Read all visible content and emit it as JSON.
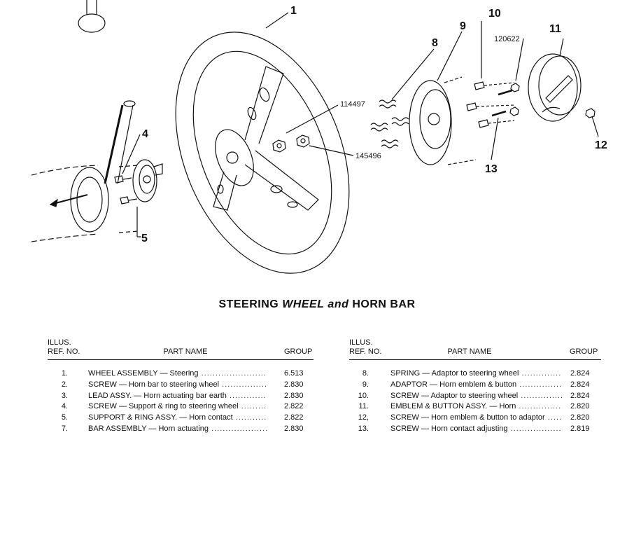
{
  "diagram": {
    "callouts": [
      {
        "id": "1",
        "label": "1"
      },
      {
        "id": "4",
        "label": "4"
      },
      {
        "id": "5",
        "label": "5"
      },
      {
        "id": "8",
        "label": "8"
      },
      {
        "id": "9",
        "label": "9"
      },
      {
        "id": "10",
        "label": "10"
      },
      {
        "id": "11",
        "label": "11"
      },
      {
        "id": "12",
        "label": "12"
      },
      {
        "id": "13",
        "label": "13"
      }
    ],
    "codes": {
      "c114497": "114497",
      "c145496": "145496",
      "c120622": "120622"
    }
  },
  "title": {
    "part1": "STEERING",
    "part2": "WHEEL",
    "part3": "and",
    "part4": "HORN",
    "part5": "BAR"
  },
  "table": {
    "headers": {
      "illus": "ILLUS.",
      "refno": "REF. NO.",
      "partname": "PART NAME",
      "group": "GROUP"
    },
    "left": [
      {
        "ref": "1.",
        "name": "WHEEL ASSEMBLY — Steering",
        "group": "6.513"
      },
      {
        "ref": "2.",
        "name": "SCREW — Horn bar to steering wheel",
        "group": "2.830"
      },
      {
        "ref": "3.",
        "name": "LEAD ASSY. — Horn actuating bar earth",
        "group": "2.830"
      },
      {
        "ref": "4.",
        "name": "SCREW — Support & ring to steering wheel",
        "group": "2.822"
      },
      {
        "ref": "5.",
        "name": "SUPPORT & RING ASSY. — Horn contact",
        "group": "2.822"
      },
      {
        "ref": "7.",
        "name": "BAR ASSEMBLY — Horn actuating",
        "group": "2.830"
      }
    ],
    "right": [
      {
        "ref": "8.",
        "name": "SPRING — Adaptor to steering wheel",
        "group": "2.824"
      },
      {
        "ref": "9.",
        "name": "ADAPTOR — Horn emblem & button",
        "group": "2.824"
      },
      {
        "ref": "10.",
        "name": "SCREW — Adaptor to steering wheel",
        "group": "2.824"
      },
      {
        "ref": "11.",
        "name": "EMBLEM & BUTTON ASSY. — Horn",
        "group": "2.820"
      },
      {
        "ref": "12,",
        "name": "SCREW — Horn emblem & button to adaptor",
        "group": "2.820"
      },
      {
        "ref": "13.",
        "name": "SCREW — Horn contact adjusting",
        "group": "2.819"
      }
    ]
  }
}
